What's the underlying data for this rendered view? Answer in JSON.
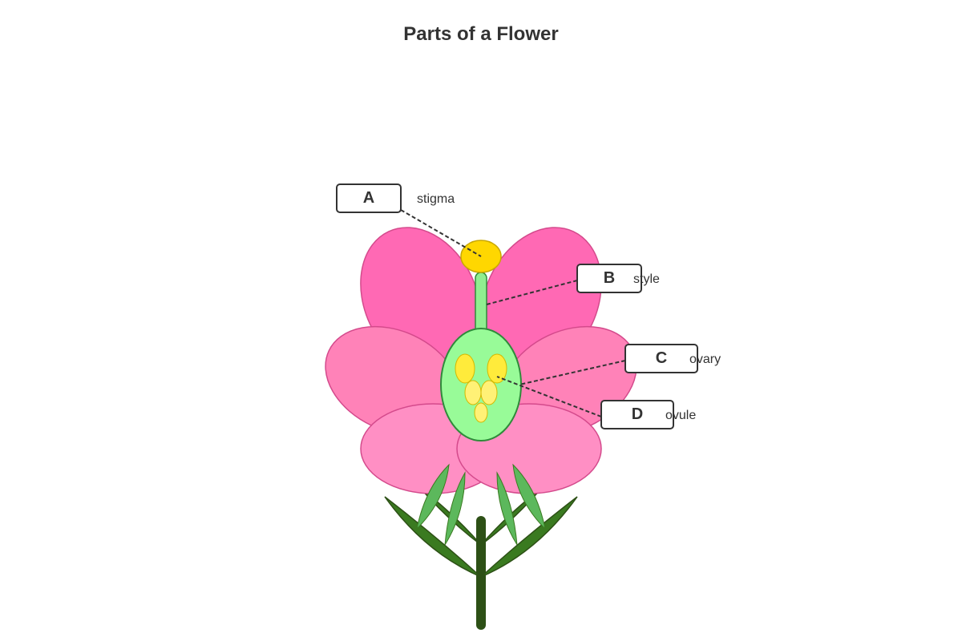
{
  "title": "Parts of a Flower",
  "labels": [
    {
      "letter": "A",
      "name": "stigma"
    },
    {
      "letter": "B",
      "name": "style"
    },
    {
      "letter": "C",
      "name": "ovary"
    },
    {
      "letter": "D",
      "name": "ovule"
    }
  ],
  "colors": {
    "petal_back": "#ff69b4",
    "petal_mid": "#ff82b8",
    "petal_front": "#ff8fc4",
    "petal_stroke": "#d44a8c",
    "stigma": "#ffd700",
    "style": "#90ee90",
    "ovary": "#98fb98",
    "ovule": "#ffeb3b",
    "stem": "#2d5016",
    "leaf_dark": "#3a7a20",
    "leaf_light": "#5cb85c"
  }
}
